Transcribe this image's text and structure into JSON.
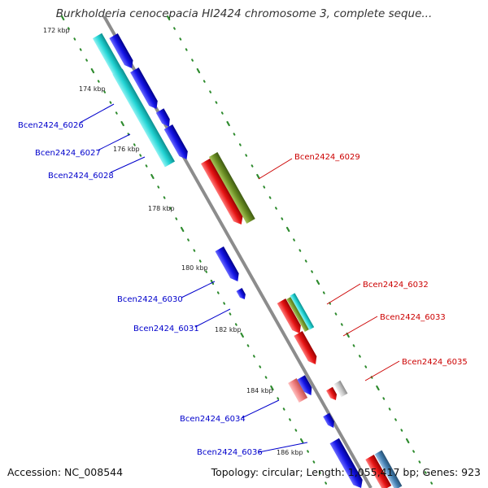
{
  "map": {
    "title": "Burkholderia cenocepacia HI2424 chromosome 3, complete seque...",
    "accession": "Accession: NC_008544",
    "summary": "Topology: circular; Length: 1,055,417 bp; Genes: 923",
    "tick_labels": [
      "172 kbp",
      "174 kbp",
      "176 kbp",
      "178 kbp",
      "180 kbp",
      "182 kbp",
      "184 kbp",
      "186 kbp"
    ],
    "gene_labels_left": [
      "Bcen2424_6026",
      "Bcen2424_6027",
      "Bcen2424_6028",
      "Bcen2424_6030",
      "Bcen2424_6031",
      "Bcen2424_6034",
      "Bcen2424_6036"
    ],
    "gene_labels_right": [
      "Bcen2424_6029",
      "Bcen2424_6032",
      "Bcen2424_6033",
      "Bcen2424_6035"
    ]
  },
  "colors": {
    "backbone": "#8c8c8c",
    "tick_dots": "#2e8b2e",
    "blue_feature": "#1414e6",
    "cyan_feature": "#22d4d4",
    "red_feature": "#e61414",
    "olive_feature": "#6b8e23",
    "pink_feature": "#f08080",
    "gray_feature": "#c8c8c8",
    "steelblue_feature": "#4682b4",
    "left_label": "#0000cc",
    "right_label": "#cc0000"
  }
}
